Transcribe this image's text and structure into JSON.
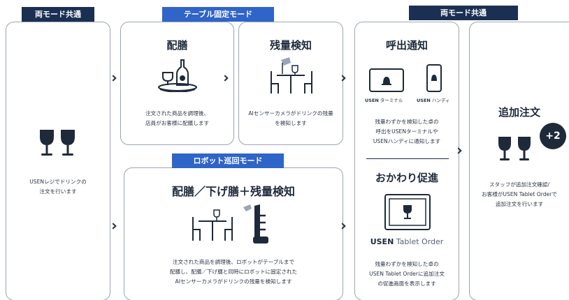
{
  "labels": {
    "both_modes_left": "両モード共通",
    "table_fixed_mode": "テーブル固定モード",
    "both_modes_right": "両モード共通",
    "robot_mode": "ロボット巡回モード"
  },
  "order": {
    "description": "USENレジでドリンクの\n注文を行います"
  },
  "serving": {
    "title": "配膳",
    "description": "注文された商品を調理後、\n店員がお客様に配膳します"
  },
  "detection": {
    "title": "残量検知",
    "description": "AIセンサーカメラがドリンクの残量\nを検知します"
  },
  "robot": {
    "title": "配膳／下げ膳＋残量検知",
    "description": "注文された商品を調理後、ロボットがテーブルまで\n配膳し、配膳／下げ膳と同時にロボットに固定された\nAIセンサーカメラがドリンクの残量を検知します"
  },
  "notify": {
    "title": "呼出通知",
    "terminal_brand": "USEN",
    "terminal_label": "ターミナル",
    "handy_brand": "USEN",
    "handy_label": "ハンディ",
    "description": "残量わずかを検知した卓の\n呼出をUSENターミナルや\nUSENハンディに通知します"
  },
  "promote": {
    "title": "おかわり促進",
    "brand": "USEN",
    "product": "Tablet Order",
    "description": "残量わずかを検知した卓の\nUSEN Tablet Orderに追加注文\nの促進画面を表示します"
  },
  "additional": {
    "title": "追加注文",
    "badge": "+2",
    "description": "スタッフが追加注文確認/\nお客様がUSEN Tablet Orderで\n追加注文を行います"
  },
  "colors": {
    "navy": "#1b2f52",
    "blue": "#2f64c8",
    "border": "#9aa5b8",
    "ink": "#1e2a3a"
  },
  "icons": [
    "wine-glasses-icon",
    "serving-tray-icon",
    "table-camera-icon",
    "robot-camera-icon",
    "terminal-bell-icon",
    "handy-bell-icon",
    "tablet-wine-icon",
    "chevron-right-icon"
  ]
}
